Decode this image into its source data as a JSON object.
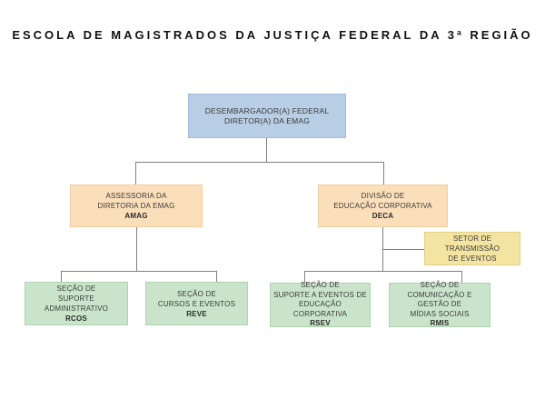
{
  "title": "ESCOLA DE MAGISTRADOS DA JUSTIÇA FEDERAL DA 3ª REGIÃO",
  "colors": {
    "root_fill": "#b8cee4",
    "division_fill": "#fbdeba",
    "sector_fill": "#f4e4a1",
    "section_fill": "#c9e4ca",
    "connector": "#7f7f7f"
  },
  "nodes": {
    "director": {
      "lines": [
        "DESEMBARGADOR(A) FEDERAL",
        "DIRETOR(A) DA EMAG"
      ]
    },
    "amag": {
      "lines": [
        "ASSESSORIA DA",
        "DIRETORIA DA EMAG"
      ],
      "code": "AMAG"
    },
    "deca": {
      "lines": [
        "DIVISÃO DE",
        "EDUCAÇÃO CORPORATIVA"
      ],
      "code": "DECA"
    },
    "transmissao": {
      "lines": [
        "SETOR DE",
        "TRANSMISSÃO",
        "DE EVENTOS"
      ]
    },
    "rcos": {
      "lines": [
        "SEÇÃO DE",
        "SUPORTE ADMINISTRATIVO"
      ],
      "code": "RCOS"
    },
    "reve": {
      "lines": [
        "SEÇÃO DE",
        "CURSOS E EVENTOS"
      ],
      "code": "REVE"
    },
    "rsev": {
      "lines": [
        "SEÇÃO DE",
        "SUPORTE A EVENTOS DE",
        "EDUCAÇÃO CORPORATIVA"
      ],
      "code": "RSEV"
    },
    "rmis": {
      "lines": [
        "SEÇÃO DE",
        "COMUNICAÇÃO E GESTÃO DE",
        "MÍDIAS SOCIAIS"
      ],
      "code": "RMIS"
    }
  }
}
